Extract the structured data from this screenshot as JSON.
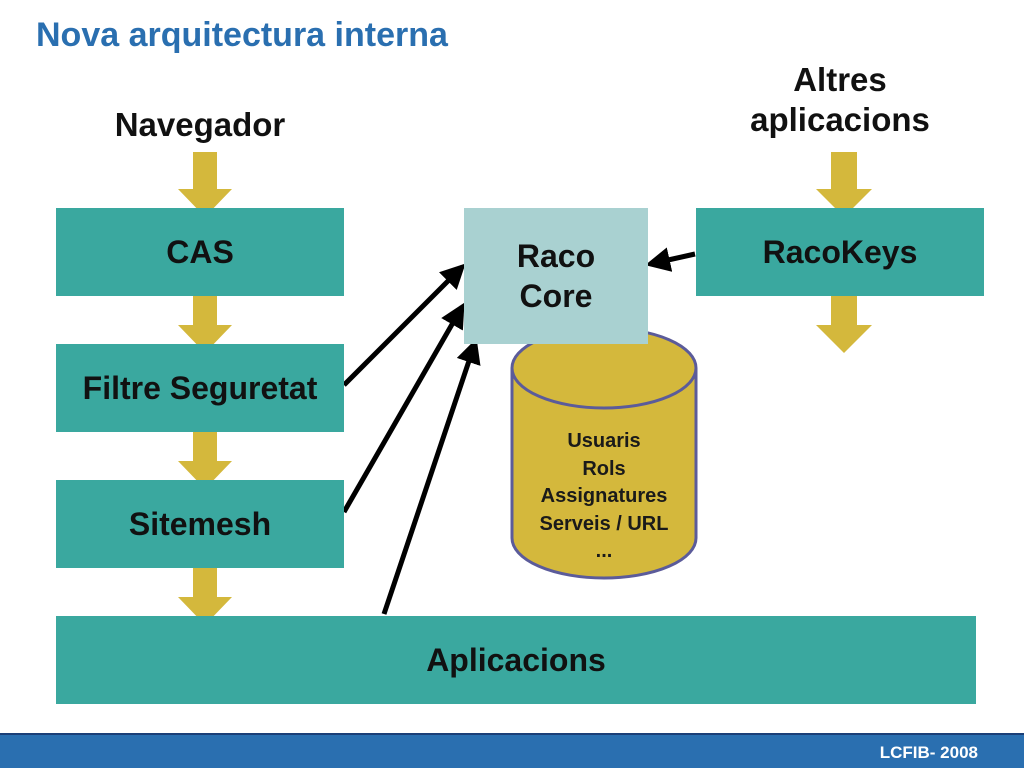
{
  "title": "Nova arquitectura interna",
  "labels": {
    "navegador": "Navegador",
    "altres_line1": "Altres",
    "altres_line2": "aplicacions"
  },
  "boxes": {
    "cas": "CAS",
    "filtre": "Filtre Seguretat",
    "sitemesh": "Sitemesh",
    "aplicacions": "Aplicacions",
    "racokeys": "RacoKeys",
    "core_line1": "Raco",
    "core_line2": "Core"
  },
  "database": {
    "items": [
      "Usuaris",
      "Rols",
      "Assignatures",
      "Serveis / URL",
      "..."
    ]
  },
  "footer": {
    "text": "LCFIB- 2008"
  },
  "colors": {
    "title": "#2a6fb0",
    "box": "#3aa89f",
    "core": "#a9d1d1",
    "arrow_fill": "#d4b83c",
    "database_fill": "#d4b83c",
    "database_stroke": "#5b5b9a",
    "footer": "#2a6fb0"
  }
}
